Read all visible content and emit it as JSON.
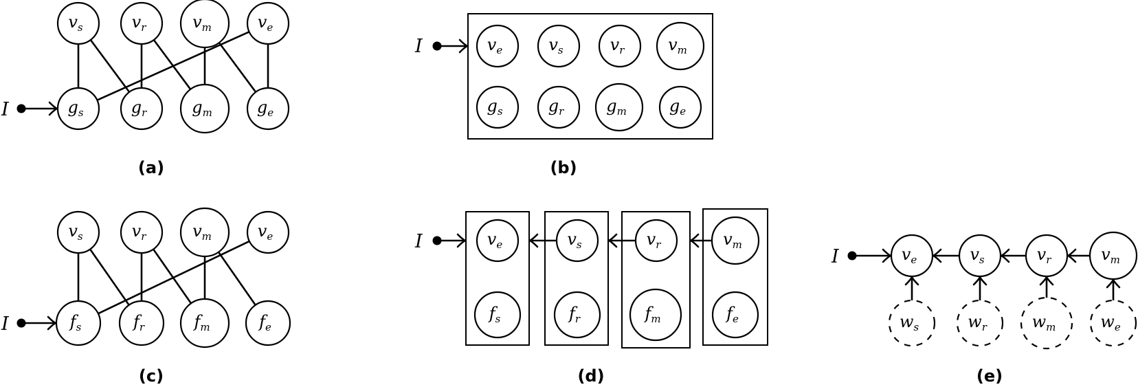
{
  "figure": {
    "panels": [
      {
        "id": "a",
        "caption": "(a)",
        "input_label": "I",
        "nodes": [
          {
            "id": "vs",
            "base": "v",
            "sub": "s"
          },
          {
            "id": "vr",
            "base": "v",
            "sub": "r"
          },
          {
            "id": "vm",
            "base": "v",
            "sub": "m"
          },
          {
            "id": "ve",
            "base": "v",
            "sub": "e"
          },
          {
            "id": "gs",
            "base": "g",
            "sub": "s"
          },
          {
            "id": "gr",
            "base": "g",
            "sub": "r"
          },
          {
            "id": "gm",
            "base": "g",
            "sub": "m"
          },
          {
            "id": "ge",
            "base": "g",
            "sub": "e"
          }
        ],
        "edges": [
          [
            "vs",
            "gs"
          ],
          [
            "vs",
            "gr"
          ],
          [
            "vr",
            "gr"
          ],
          [
            "vr",
            "gm"
          ],
          [
            "vm",
            "gm"
          ],
          [
            "vm",
            "ge"
          ],
          [
            "ve",
            "ge"
          ],
          [
            "ve",
            "gs"
          ]
        ],
        "input_target": "gs"
      },
      {
        "id": "b",
        "caption": "(b)",
        "input_label": "I",
        "nodes": [
          {
            "id": "ve",
            "base": "v",
            "sub": "e"
          },
          {
            "id": "vs",
            "base": "v",
            "sub": "s"
          },
          {
            "id": "vr",
            "base": "v",
            "sub": "r"
          },
          {
            "id": "vm",
            "base": "v",
            "sub": "m"
          },
          {
            "id": "gs",
            "base": "g",
            "sub": "s"
          },
          {
            "id": "gr",
            "base": "g",
            "sub": "r"
          },
          {
            "id": "gm",
            "base": "g",
            "sub": "m"
          },
          {
            "id": "ge",
            "base": "g",
            "sub": "e"
          }
        ],
        "groups": [
          [
            "ve",
            "vs",
            "vr",
            "vm",
            "gs",
            "gr",
            "gm",
            "ge"
          ]
        ],
        "input_target": "group"
      },
      {
        "id": "c",
        "caption": "(c)",
        "input_label": "I",
        "nodes": [
          {
            "id": "vs",
            "base": "v",
            "sub": "s"
          },
          {
            "id": "vr",
            "base": "v",
            "sub": "r"
          },
          {
            "id": "vm",
            "base": "v",
            "sub": "m"
          },
          {
            "id": "ve",
            "base": "v",
            "sub": "e"
          },
          {
            "id": "fs",
            "base": "f",
            "sub": "s"
          },
          {
            "id": "fr",
            "base": "f",
            "sub": "r"
          },
          {
            "id": "fm",
            "base": "f",
            "sub": "m"
          },
          {
            "id": "fe",
            "base": "f",
            "sub": "e"
          }
        ],
        "edges": [
          [
            "vs",
            "fs"
          ],
          [
            "vs",
            "fr"
          ],
          [
            "vr",
            "fr"
          ],
          [
            "vr",
            "fm"
          ],
          [
            "vm",
            "fm"
          ],
          [
            "vm",
            "fe"
          ],
          [
            "ve",
            "fs"
          ]
        ],
        "input_target": "fs"
      },
      {
        "id": "d",
        "caption": "(d)",
        "input_label": "I",
        "nodes": [
          {
            "id": "ve",
            "base": "v",
            "sub": "e"
          },
          {
            "id": "fs",
            "base": "f",
            "sub": "s"
          },
          {
            "id": "vs",
            "base": "v",
            "sub": "s"
          },
          {
            "id": "fr",
            "base": "f",
            "sub": "r"
          },
          {
            "id": "vr",
            "base": "v",
            "sub": "r"
          },
          {
            "id": "fm",
            "base": "f",
            "sub": "m"
          },
          {
            "id": "vm",
            "base": "v",
            "sub": "m"
          },
          {
            "id": "fe",
            "base": "f",
            "sub": "e"
          }
        ],
        "groups": [
          [
            "ve",
            "fs"
          ],
          [
            "vs",
            "fr"
          ],
          [
            "vr",
            "fm"
          ],
          [
            "vm",
            "fe"
          ]
        ],
        "directed_edges": [
          [
            "group2",
            "group1"
          ],
          [
            "group3",
            "group2"
          ],
          [
            "group4",
            "group3"
          ]
        ],
        "input_target": "group1"
      },
      {
        "id": "e",
        "caption": "(e)",
        "input_label": "I",
        "nodes": [
          {
            "id": "ve",
            "base": "v",
            "sub": "e"
          },
          {
            "id": "vs",
            "base": "v",
            "sub": "s"
          },
          {
            "id": "vr",
            "base": "v",
            "sub": "r"
          },
          {
            "id": "vm",
            "base": "v",
            "sub": "m"
          },
          {
            "id": "ws",
            "base": "w",
            "sub": "s",
            "style": "dashed"
          },
          {
            "id": "wr",
            "base": "w",
            "sub": "r",
            "style": "dashed"
          },
          {
            "id": "wm",
            "base": "w",
            "sub": "m",
            "style": "dashed"
          },
          {
            "id": "we",
            "base": "w",
            "sub": "e",
            "style": "dashed"
          }
        ],
        "directed_edges": [
          [
            "vs",
            "ve"
          ],
          [
            "vr",
            "vs"
          ],
          [
            "vm",
            "vr"
          ],
          [
            "ws",
            "ve"
          ],
          [
            "wr",
            "vs"
          ],
          [
            "wm",
            "vr"
          ],
          [
            "we",
            "vm"
          ]
        ],
        "input_target": "ve"
      }
    ]
  }
}
